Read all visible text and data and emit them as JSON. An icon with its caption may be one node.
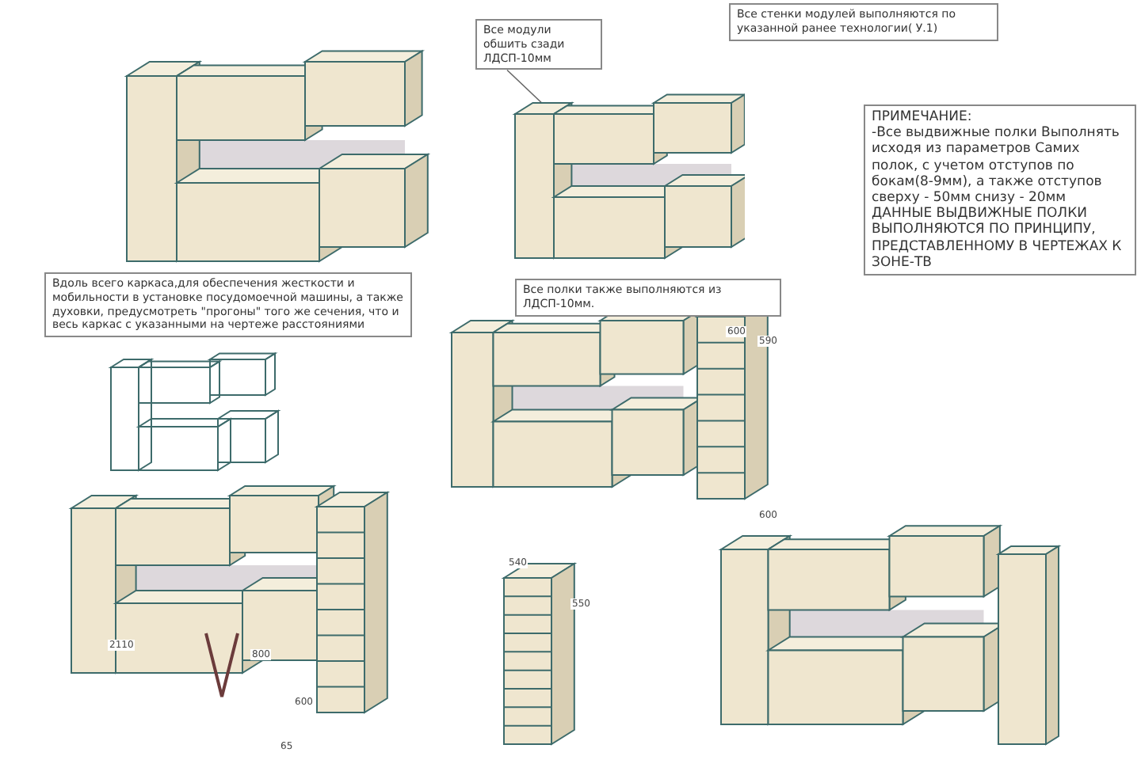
{
  "diagram": {
    "nodes": [
      {
        "text": [
          "Все стенки модулей выполняются по указанной ранее технологии( У.1)"
        ]
      },
      {
        "text": [
          "Все модули обшить сзади ЛДСП-10мм"
        ]
      },
      {
        "text": [],
        "shape": "picture"
      },
      {
        "text": [
          "ПРИМЕЧАНИЕ:",
          "-Все выдвижные полки Выполнять исходя из параметров Самих полок, с учетом отступов по бокам(8-9мм), а также отступов сверху - 50мм снизу - 20мм",
          "ДАННЫЕ ВЫДВИЖНЫЕ ПОЛКИ ВЫПОЛНЯЮТСЯ ПО ПРИНЦИПУ, ПРЕДСТАВЛЕННОМУ В ЧЕРТЕЖАХ К ЗОНЕ-ТВ"
        ]
      },
      {
        "text": [
          "Вдоль всего каркаса,для обеспечения жесткости и мобильности в установке посудомоечной машины, а также духовки, предусмотреть \"прогоны\" того же сечения, что и весь каркас с указанными на чертеже расстояниями"
        ]
      },
      {
        "text": [
          "Все полки также выполняются из ЛДСП-10мм."
        ]
      }
    ],
    "edges": [
      {
        "from": 1,
        "to": 2,
        "arrow": "none"
      }
    ],
    "labels": [
      "600",
      "590",
      "600",
      "540",
      "550",
      "2110",
      "800",
      "600",
      "65"
    ]
  }
}
